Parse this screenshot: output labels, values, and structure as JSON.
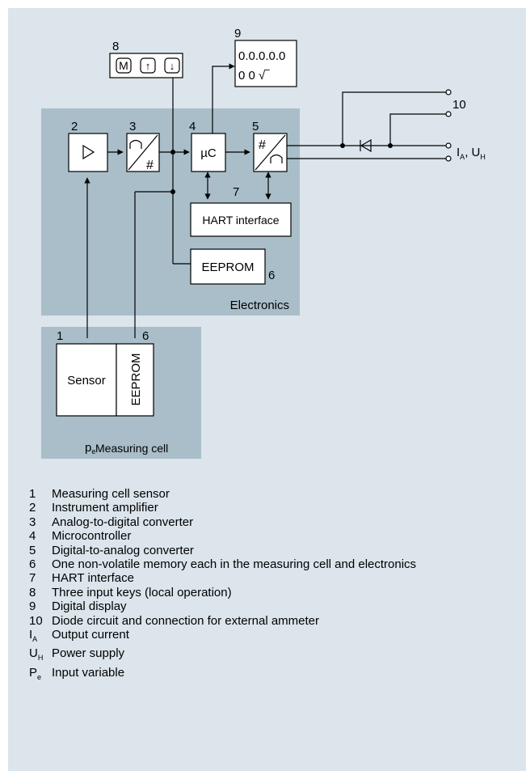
{
  "diagram": {
    "labels": {
      "sensor_num": "1",
      "amp_num": "2",
      "adc_num": "3",
      "mc_num": "4",
      "dac_num": "5",
      "hart_num": "7",
      "keys_num": "8",
      "display_num": "9",
      "ammeter_num": "10",
      "eeprom_elec_num": "6",
      "eeprom_cell_num": "6"
    },
    "blocks": {
      "microcontroller": "µC",
      "hart": "HART interface",
      "eeprom_electronics": "EEPROM",
      "sensor": "Sensor",
      "eeprom_cell": "EEPROM"
    },
    "keys": [
      "M",
      "↑",
      "↓"
    ],
    "display": {
      "line1": "0.0.0.0.0",
      "line2": "0 0 √‾"
    },
    "regions": {
      "electronics": "Electronics",
      "measuring_cell": "Measuring cell"
    },
    "output": {
      "ia": "I",
      "ia_sub": "A",
      "sep": ", ",
      "uh": "U",
      "uh_sub": "H"
    },
    "input": {
      "pe": "p",
      "pe_sub": "e"
    }
  },
  "legend": [
    {
      "key": "1",
      "text": "Measuring cell sensor"
    },
    {
      "key": "2",
      "text": "Instrument amplifier"
    },
    {
      "key": "3",
      "text": "Analog-to-digital converter"
    },
    {
      "key": "4",
      "text": "Microcontroller"
    },
    {
      "key": "5",
      "text": "Digital-to-analog converter"
    },
    {
      "key": "6",
      "text": "One non-volatile memory each in the measuring cell and electronics"
    },
    {
      "key": "7",
      "text": "HART interface"
    },
    {
      "key": "8",
      "text": "Three input keys (local operation)"
    },
    {
      "key": "9",
      "text": "Digital display"
    },
    {
      "key": "10",
      "text": "Diode circuit and connection for external ammeter"
    },
    {
      "key": "I",
      "key_sub": "A",
      "text": "Output current"
    },
    {
      "key": "U",
      "key_sub": "H",
      "text": "Power supply"
    },
    {
      "key": "P",
      "key_sub": "e",
      "text": "Input variable"
    }
  ],
  "colors": {
    "background": "#dbe5eb",
    "region": "#a9bec9",
    "line": "#000000",
    "block": "#ffffff"
  }
}
